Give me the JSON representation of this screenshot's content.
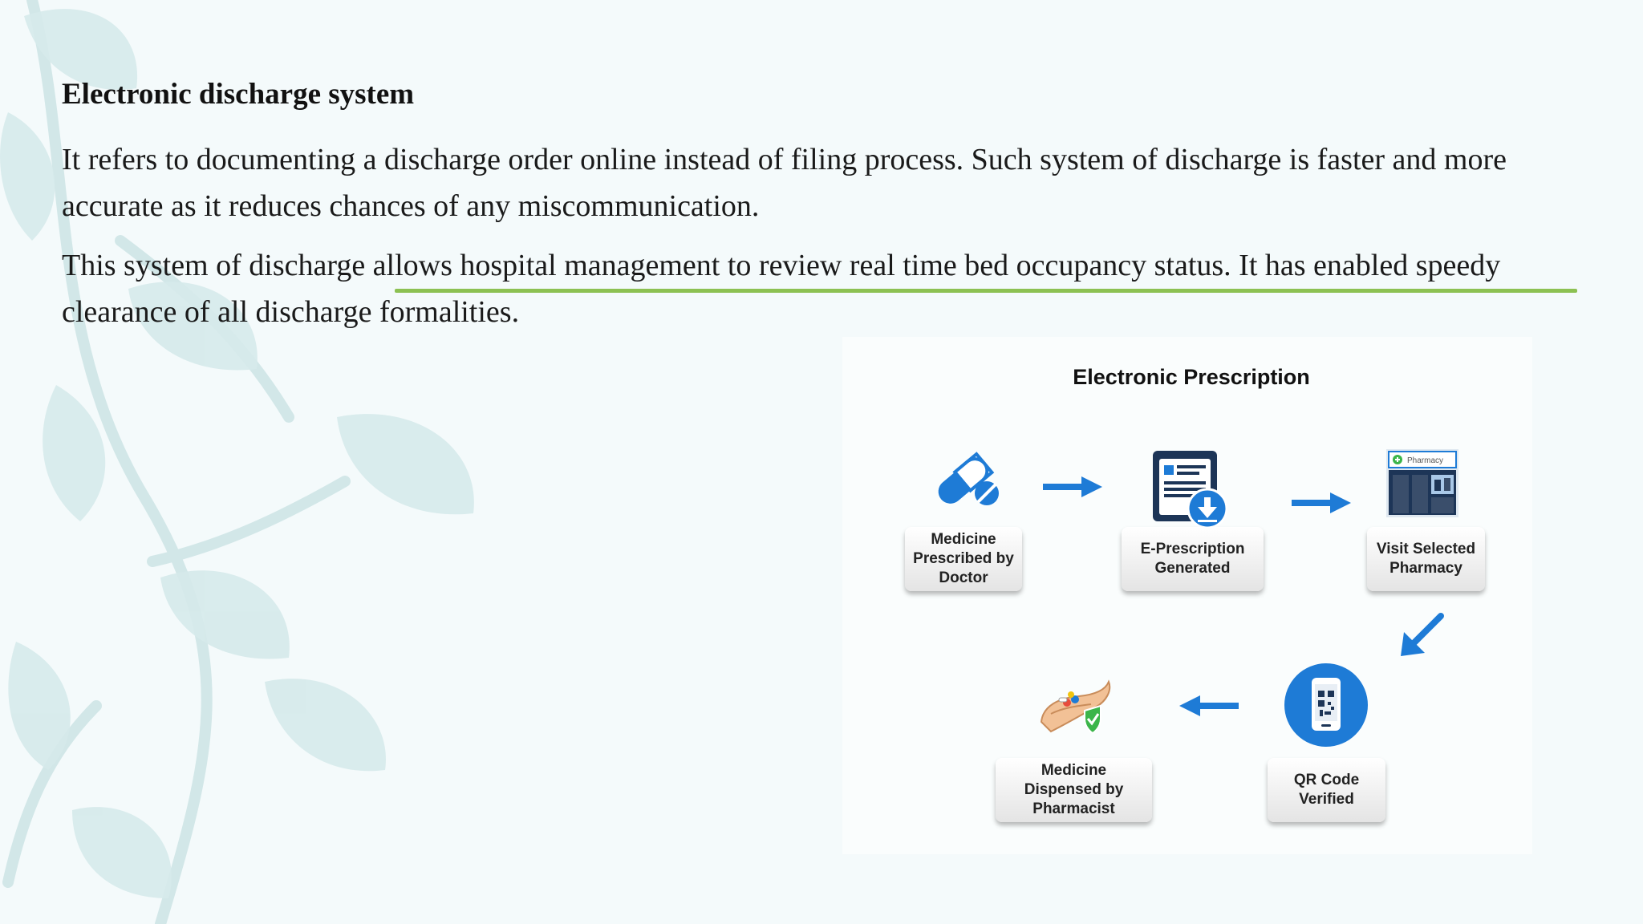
{
  "slide": {
    "heading": "Electronic discharge system",
    "paragraphs": [
      "It refers to documenting a discharge order online instead of filing process. Such system of discharge is faster and more accurate as it reduces chances of any miscommunication.",
      "This system of discharge allows hospital management to review real time bed occupancy status. It has enabled speedy clearance of all discharge formalities."
    ]
  },
  "diagram": {
    "title": "Electronic Prescription",
    "steps": [
      {
        "label": "Medicine\nPrescribed by\nDoctor",
        "icon": "pill-icon"
      },
      {
        "label": "E-Prescription\nGenerated",
        "icon": "prescription-download-icon"
      },
      {
        "label": "Visit Selected\nPharmacy",
        "icon": "pharmacy-storefront-icon",
        "sign_text": "Pharmacy"
      },
      {
        "label": "QR Code\nVerified",
        "icon": "qr-phone-icon"
      },
      {
        "label": "Medicine\nDispensed by\nPharmacist",
        "icon": "hand-pills-shield-icon"
      }
    ]
  },
  "colors": {
    "accent_blue": "#1e7bd6",
    "underline_green": "#8cc152",
    "leaf_bg": "#cfe5e6"
  }
}
